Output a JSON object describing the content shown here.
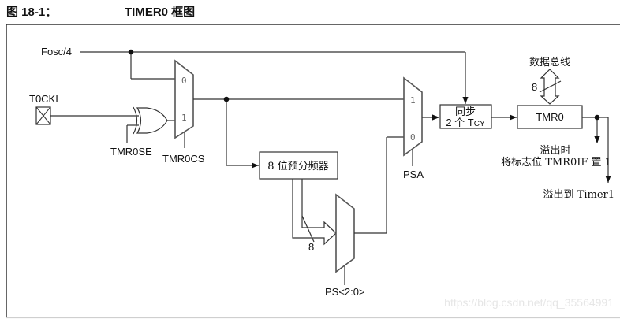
{
  "figure": {
    "label": "图 18-1：",
    "title": "TIMER0 框图"
  },
  "signals": {
    "fosc": "Fosc/4",
    "t0cki": "T0CKI",
    "tmr0se": "TMR0SE",
    "tmr0cs": "TMR0CS",
    "psa": "PSA",
    "ps": "PS<2:0>"
  },
  "mux_inputs": {
    "clock_select": [
      "0",
      "1"
    ],
    "psa_select": [
      "1",
      "0"
    ]
  },
  "blocks": {
    "prescaler": "8 位预分频器",
    "sync_line1": "同步",
    "sync_line2_prefix": "2 个 T",
    "sync_line2_sub": "CY",
    "tmr0": "TMR0"
  },
  "bus": {
    "label": "数据总线",
    "width": "8"
  },
  "prescaler_bus_width": "8",
  "overflow": {
    "line1": "溢出时",
    "line2": "将标志位 TMR0IF 置 1",
    "to_timer1": "溢出到 Timer1"
  },
  "watermark": "https://blog.csdn.net/qq_35564991"
}
